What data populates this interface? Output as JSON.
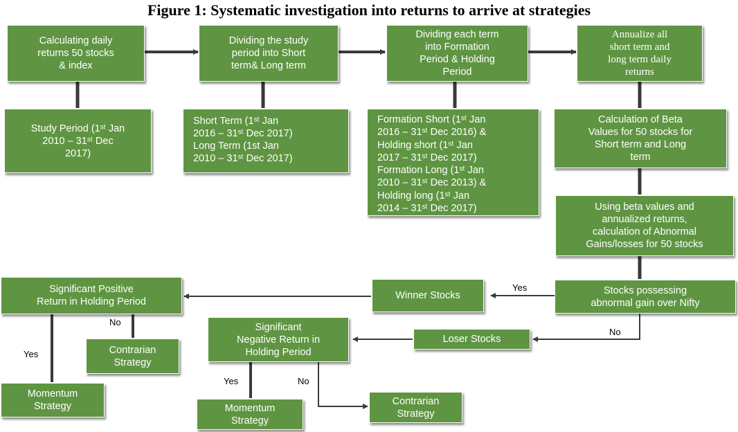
{
  "title": "Figure 1: Systematic investigation into returns to arrive at strategies",
  "colors": {
    "box_fill": "#5f9542",
    "box_text": "#ffffff",
    "arrow": "#3a3a3a"
  },
  "boxes": {
    "calc_returns": "Calculating daily\nreturns 50 stocks\n& index",
    "divide_period": "Dividing the study\nperiod into Short\nterm& Long term",
    "divide_term": "Dividing each term\ninto Formation\nPeriod & Holding\nPeriod",
    "annualize": "Annualize all\nshort term and\nlong term daily\nreturns",
    "study_period": "Study Period (1ˢᵗ Jan\n2010 – 31ˢᵗ Dec\n2017)",
    "short_long_term": "Short Term (1ˢᵗ Jan\n2016 – 31ˢᵗ Dec 2017)\nLong Term (1st Jan\n2010 – 31ˢᵗ Dec 2017)",
    "formation_holding": "Formation Short (1ˢᵗ Jan\n2016 – 31ˢᵗ Dec 2016) &\nHolding short (1ˢᵗ Jan\n2017 – 31ˢᵗ Dec 2017)\nFormation Long (1ˢᵗ Jan\n2010 – 31ˢᵗ Dec 2013) &\nHolding long (1ˢᵗ Jan\n2014 – 31ˢᵗ Dec 2017)",
    "beta": "Calculation of Beta\nValues for 50 stocks for\nShort term and Long\nterm",
    "abnormal": "Using beta values and\nannualized returns,\ncalculation of Abnormal\nGains/losses for 50 stocks",
    "possessing": "Stocks possessing\nabnormal gain over Nifty",
    "winner": "Winner Stocks",
    "loser": "Loser Stocks",
    "sig_positive": "Significant Positive\nReturn in Holding Period",
    "sig_negative": "Significant\nNegative Return in\nHolding Period",
    "contrarian_1": "Contrarian\nStrategy",
    "momentum_1": "Momentum\nStrategy",
    "momentum_2": "Momentum\nStrategy",
    "contrarian_2": "Contrarian\nStrategy"
  },
  "edge_labels": {
    "yes_winner": "Yes",
    "no_loser": "No",
    "no_pos_contrarian": "No",
    "yes_pos_momentum": "Yes",
    "yes_neg_momentum": "Yes",
    "no_neg_contrarian": "No"
  }
}
